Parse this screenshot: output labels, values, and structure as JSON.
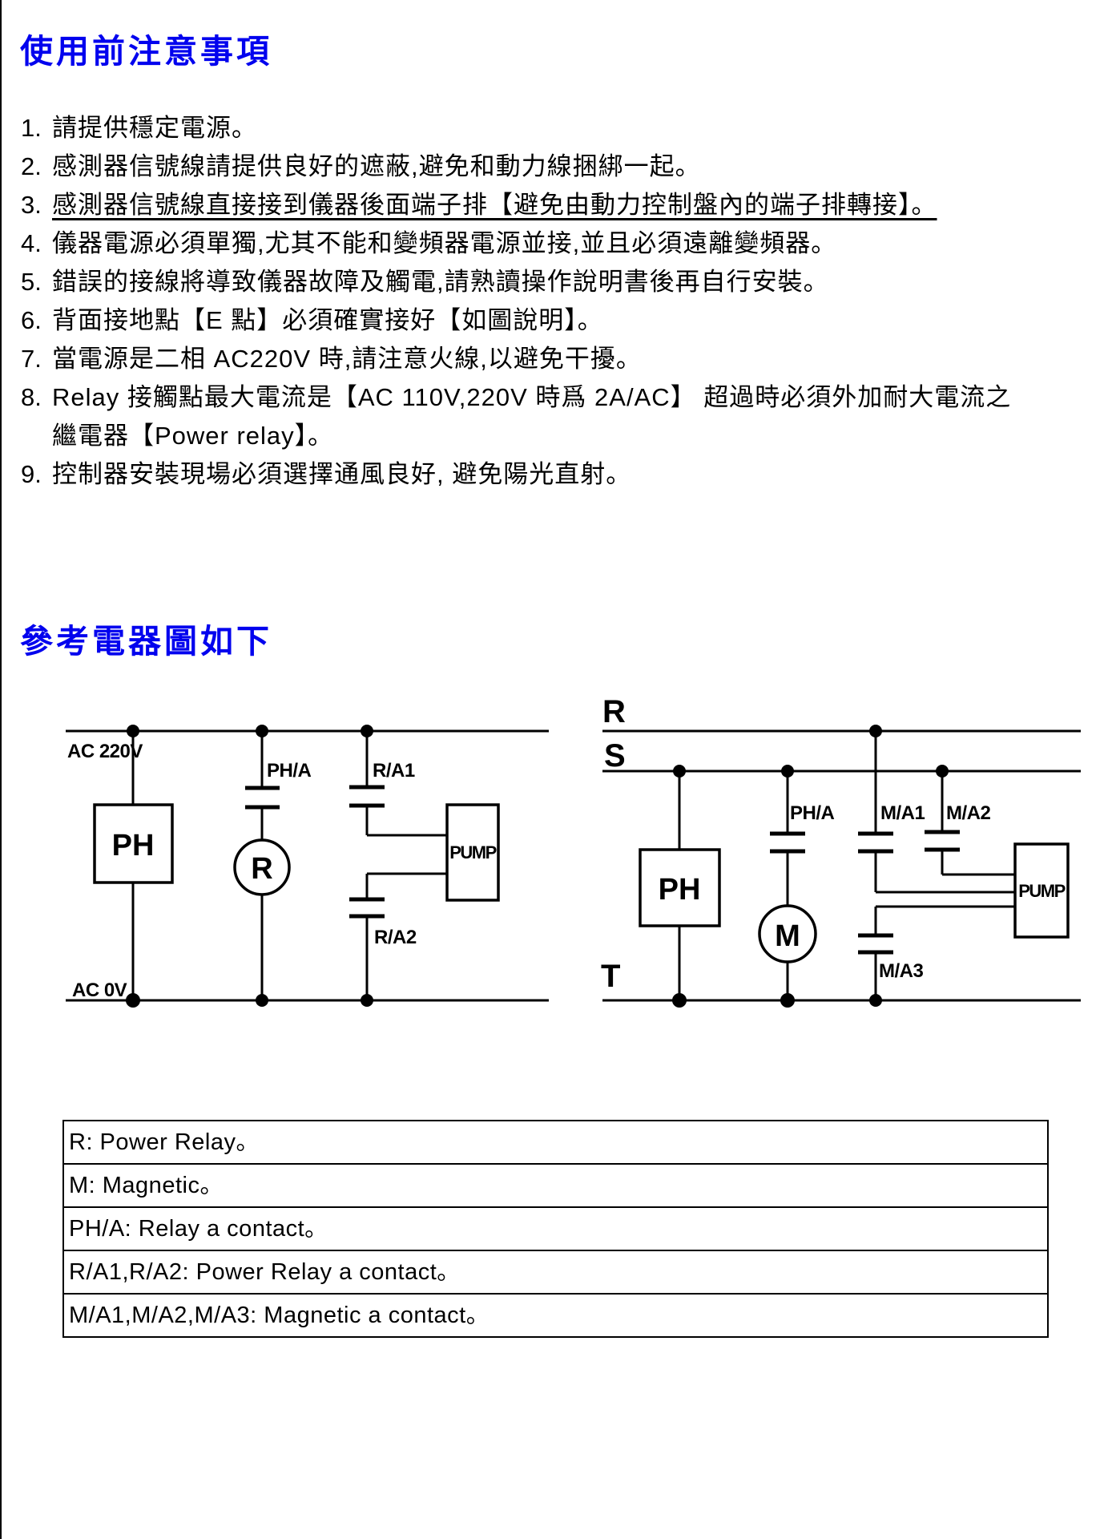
{
  "page": {
    "background": "#ffffff",
    "accent_blue": "#0202ee",
    "line_color": "#000000"
  },
  "precautions": {
    "title": "使用前注意事項",
    "items": [
      {
        "num": "1.",
        "text": "請提供穩定電源。"
      },
      {
        "num": "2.",
        "text": "感測器信號線請提供良好的遮蔽,避免和動力線捆綁一起。"
      },
      {
        "num": "3.",
        "text": "感測器信號線直接接到儀器後面端子排【避免由動力控制盤內的端子排轉接】。"
      },
      {
        "num": "4.",
        "text": "儀器電源必須單獨,尤其不能和變頻器電源並接,並且必須遠離變頻器。"
      },
      {
        "num": "5.",
        "text": "錯誤的接線將導致儀器故障及觸電,請熟讀操作說明書後再自行安裝。"
      },
      {
        "num": "6.",
        "text": "背面接地點【E 點】必須確實接好【如圖說明】。"
      },
      {
        "num": "7.",
        "text": "當電源是二相 AC220V 時,請注意火線,以避免干擾。"
      },
      {
        "num": "8.",
        "text": "Relay 接觸點最大電流是【AC 110V,220V 時爲 2A/AC】  超過時必須外加耐大電流之",
        "text2": "繼電器【Power relay】。"
      },
      {
        "num": "9.",
        "text": "控制器安裝現場必須選擇通風良好, 避免陽光直射。"
      }
    ]
  },
  "reference": {
    "title": "參考電器圖如下"
  },
  "left_diagram": {
    "power_top": "AC 220V",
    "power_bottom": "AC 0V",
    "ph_box": "PH",
    "relay_circle": "R",
    "pump_box": "PUMP",
    "contact_pha": "PH/A",
    "contact_ra1": "R/A1",
    "contact_ra2": "R/A2"
  },
  "right_diagram": {
    "phase_r": "R",
    "phase_s": "S",
    "phase_t": "T",
    "ph_box": "PH",
    "motor_circle": "M",
    "pump_box": "PUMP",
    "contact_pha": "PH/A",
    "contact_ma1": "M/A1",
    "contact_ma2": "M/A2",
    "contact_ma3": "M/A3"
  },
  "legend": {
    "rows": [
      "R: Power Relay。",
      "M: Magnetic。",
      "PH/A: Relay a contact。",
      "R/A1,R/A2: Power Relay a contact。",
      "M/A1,M/A2,M/A3: Magnetic a contact。"
    ]
  }
}
